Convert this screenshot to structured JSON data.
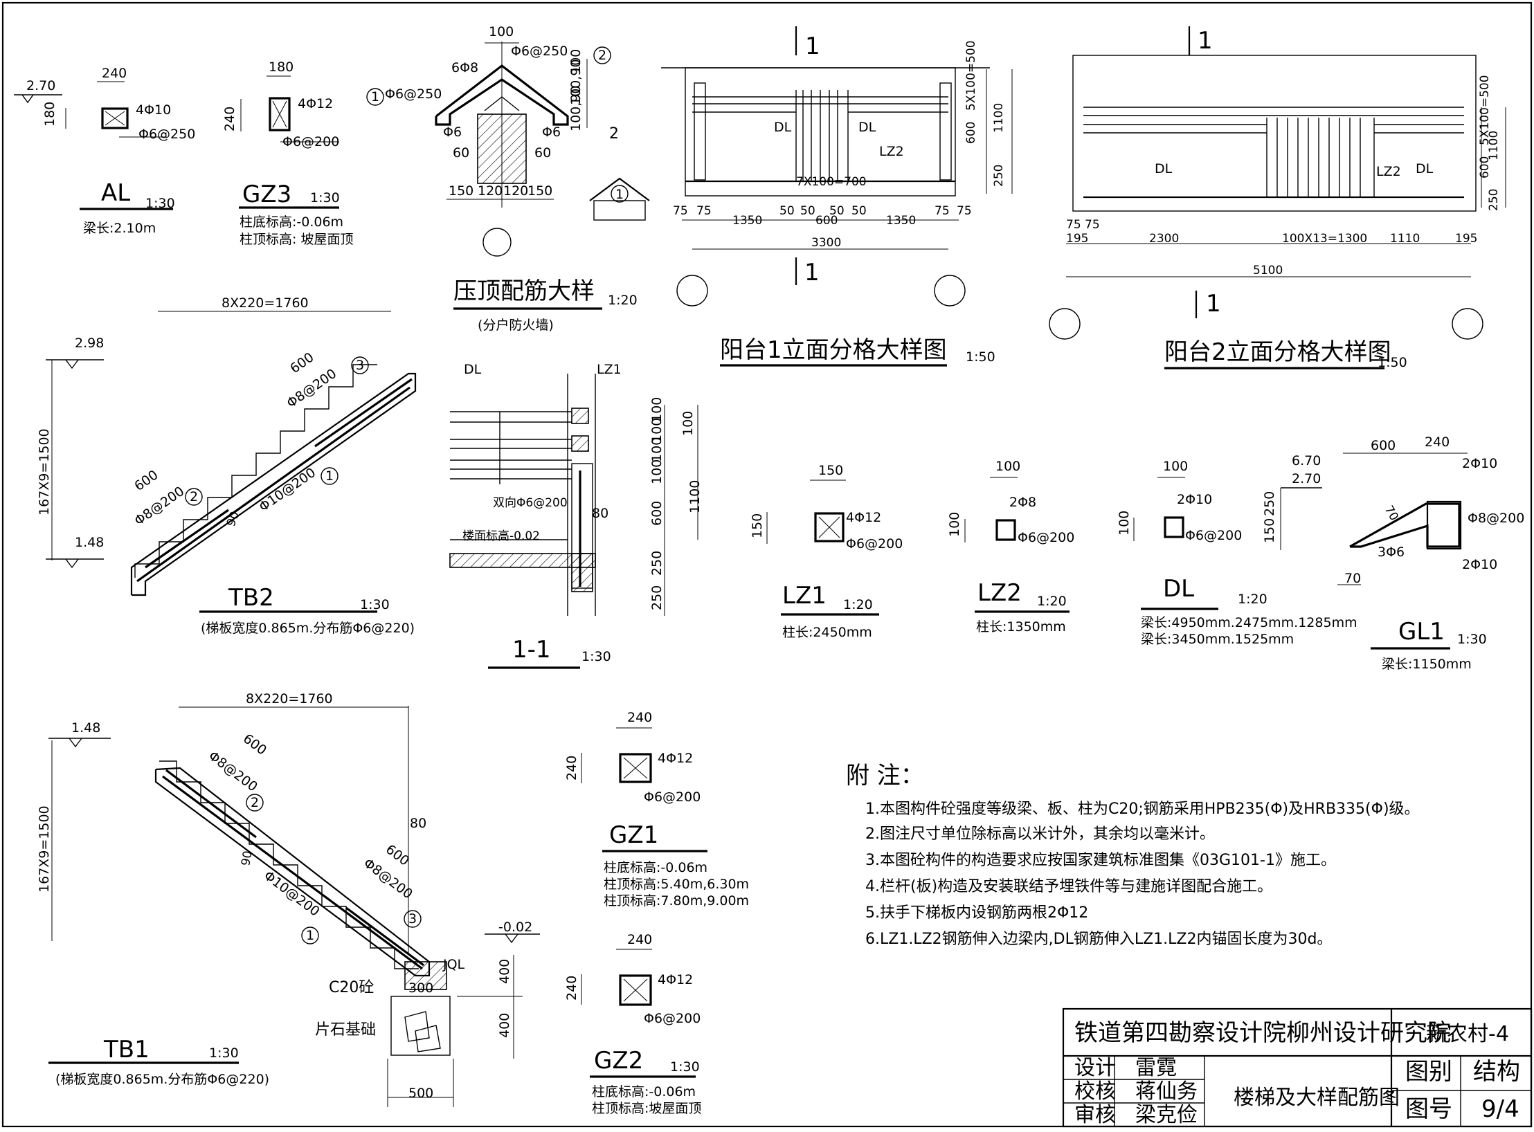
{
  "drawing": {
    "al": {
      "title": "AL",
      "scale": "1:30",
      "note": "梁长:2.10m",
      "elev": "2.70",
      "w": "240",
      "h": "180",
      "bar1": "4Φ10",
      "bar2": "Φ6@250"
    },
    "gz3": {
      "title": "GZ3",
      "scale": "1:30",
      "note1": "柱底标高:-0.06m",
      "note2": "柱顶标高: 坡屋面顶",
      "w": "180",
      "h": "240",
      "bar1": "4Φ12",
      "bar2": "Φ6@200"
    },
    "coping": {
      "title": "压顶配筋大样",
      "scale": "1:20",
      "sub": "(分户防火墙)",
      "d100": "100",
      "bar_top": "Φ6@250",
      "bar_left": "6Φ8",
      "bar_side": "Φ6@250",
      "phi6a": "Φ6",
      "phi6b": "Φ6",
      "v1": "100",
      "v2": "100,90",
      "v3": "100,90",
      "s60a": "60",
      "s60b": "60",
      "b150a": "150",
      "b120a": "120",
      "b120b": "120",
      "b150b": "150",
      "c1": "1",
      "c2": "2",
      "c2b": "2",
      "c1b": "1"
    },
    "balcony1": {
      "title": "阳台1立面分格大样图",
      "scale": "1:50",
      "sec1": "1",
      "sec2": "1",
      "dl1": "DL",
      "dl2": "DL",
      "lz2": "LZ2",
      "d7x100": "7X100=700",
      "d75a": "75",
      "d75b": "75",
      "d1350a": "1350",
      "d50a": "50",
      "d50b": "50",
      "d600": "600",
      "d50c": "50",
      "d50d": "50",
      "d1350b": "1350",
      "d75c": "75",
      "d75d": "75",
      "d3300": "3300",
      "v600": "600",
      "v5x100": "5X100=500",
      "v1100": "1100",
      "v250": "250"
    },
    "balcony2": {
      "title": "阳台2立面分格大样图",
      "scale": "1:50",
      "sec1": "1",
      "sec2": "1",
      "dl1": "DL",
      "dl2": "DL",
      "lz2": "LZ2",
      "d7575": "75 75",
      "d195a": "195",
      "d2300": "2300",
      "d100x13": "100X13=1300",
      "d1110": "1110",
      "d195b": "195",
      "d5100": "5100",
      "v600": "600",
      "v5x100": "5X100=500",
      "v1100": "1100",
      "v250": "250"
    },
    "tb2": {
      "title": "TB2",
      "scale": "1:30",
      "note": "(梯板宽度0.865m.分布筋Φ6@220)",
      "top": "8X220=1760",
      "elev1": "2.98",
      "elev2": "1.48",
      "vdim": "167X9=1500",
      "l600a": "600",
      "bar3": "Φ8@200",
      "c3": "3",
      "l600b": "600",
      "bar2": "Φ8@200",
      "c2": "2",
      "bar1": "Φ10@200",
      "c1": "1",
      "d90": "90"
    },
    "sec11": {
      "title": "1-1",
      "scale": "1:30",
      "dl": "DL",
      "lz1": "LZ1",
      "bar": "双向Φ6@200",
      "floor": "楼面标高-0.02",
      "d80": "80",
      "r100a": "100",
      "r100b": "100",
      "r100c": "100",
      "r100d": "100",
      "r100e": "100",
      "r600": "600",
      "r250a": "250",
      "r250b": "250",
      "r1100": "1100"
    },
    "lz1": {
      "title": "LZ1",
      "scale": "1:20",
      "note": "柱长:2450mm",
      "w": "150",
      "h": "150",
      "bar1": "4Φ12",
      "bar2": "Φ6@200"
    },
    "lz2": {
      "title": "LZ2",
      "scale": "1:20",
      "note": "柱长:1350mm",
      "w": "100",
      "h": "100",
      "bar1": "2Φ8",
      "bar2": "Φ6@200"
    },
    "dl": {
      "title": "DL",
      "scale": "1:20",
      "note1": "梁长:4950mm.2475mm.1285mm",
      "note2": "梁长:3450mm.1525mm",
      "w": "100",
      "h": "100",
      "bar1": "2Φ10",
      "bar2": "Φ6@200"
    },
    "gl1": {
      "title": "GL1",
      "scale": "1:30",
      "note": "梁长:1150mm",
      "e1": "6.70",
      "e2": "2.70",
      "d600": "600",
      "d240": "240",
      "bar_a": "2Φ10",
      "bar_b": "Φ8@200",
      "bar_c": "2Φ10",
      "bar_d": "3Φ6",
      "d70a": "70",
      "d70b": "70",
      "v150": "150",
      "v250": "250"
    },
    "tb1": {
      "title": "TB1",
      "scale": "1:30",
      "note": "(梯板宽度0.865m.分布筋Φ6@220)",
      "top": "8X220=1760",
      "elev1": "1.48",
      "elev2": "-0.02",
      "vdim": "167X9=1500",
      "l600a": "600",
      "bar2": "Φ8@200",
      "c2": "2",
      "l600b": "600",
      "bar3": "Φ8@200",
      "c3": "3",
      "bar1": "Φ10@200",
      "c1": "1",
      "d90": "90",
      "d80": "80",
      "jql": "JQL",
      "c20": "C20砼",
      "stone": "片石基础",
      "d300": "300",
      "d500": "500",
      "d400a": "400",
      "d400b": "400"
    },
    "gz1": {
      "title": "GZ1",
      "scale": "",
      "note1": "柱底标高:-0.06m",
      "note2": "柱顶标高:5.40m,6.30m",
      "note3": "柱顶标高:7.80m,9.00m",
      "w": "240",
      "h": "240",
      "bar1": "4Φ12",
      "bar2": "Φ6@200"
    },
    "gz2": {
      "title": "GZ2",
      "scale": "1:30",
      "note1": "柱底标高:-0.06m",
      "note2": "柱顶标高:坡屋面顶",
      "w": "240",
      "h": "240",
      "bar1": "4Φ12",
      "bar2": "Φ6@200"
    }
  },
  "notes": {
    "heading": "附 注：",
    "items": [
      "1.本图构件砼强度等级梁、板、柱为C20;钢筋采用HPB235(Φ)及HRB335(Φ)级。",
      "2.图注尺寸单位除标高以米计外，其余均以毫米计。",
      "3.本图砼构件的构造要求应按国家建筑标准图集《03G101-1》施工。",
      "4.栏杆(板)构造及安装联结予埋铁件等与建施详图配合施工。",
      "5.扶手下梯板内设钢筋两根2Φ12",
      "6.LZ1.LZ2钢筋伸入边梁内,DL钢筋伸入LZ1.LZ2内锚固长度为30d。"
    ]
  },
  "title_block": {
    "institute": "铁道第四勘察设计院柳州设计研究院",
    "project": "新农村-4",
    "design_label": "设计",
    "design_name": "雷霓",
    "check_label": "校核",
    "check_name": "蒋仙务",
    "review_label": "审核",
    "review_name": "梁克俭",
    "drawing_name": "楼梯及大样配筋图",
    "category_label": "图别",
    "category_value": "结构",
    "number_label": "图号",
    "number_value": "9/4"
  }
}
